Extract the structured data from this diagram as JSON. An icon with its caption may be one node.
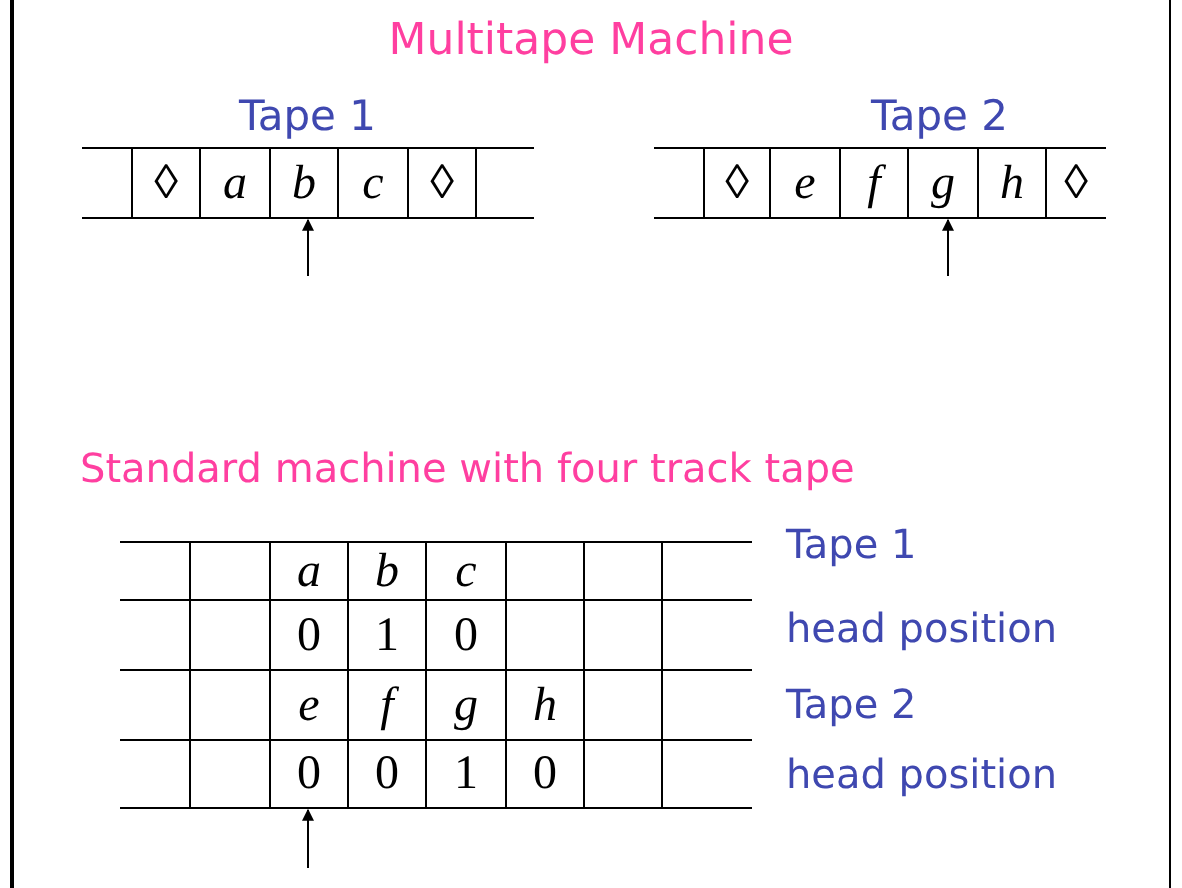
{
  "diagram": {
    "title": "Multitape Machine",
    "labels": [
      "Tape 1",
      "Tape 2",
      "◊",
      "a",
      "b",
      "c",
      "◊",
      "◊",
      "e",
      "f",
      "g",
      "h",
      "◊",
      "Standard machine with four track tape",
      "a",
      "b",
      "c",
      "Tape 1",
      "0",
      "1",
      "0",
      "head position",
      "e",
      "f",
      "g",
      "h",
      "Tape 2",
      "0",
      "0",
      "1",
      "0",
      "head position"
    ]
  }
}
